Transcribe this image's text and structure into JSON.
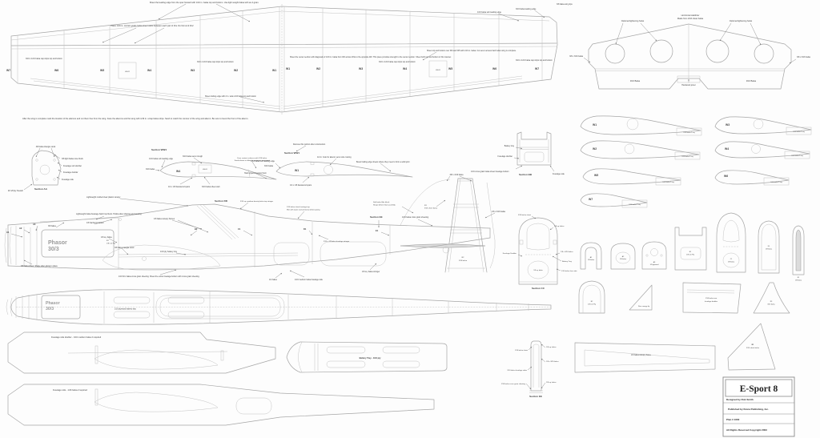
{
  "title_block": {
    "title": "E-Sport 8",
    "designer": "Designed by Rob Smith",
    "publisher": "Published by Kiona Publishing, Inc.",
    "plan_number": "Plan # 1600",
    "rights": "All Rights Reserved Copyright 2003"
  },
  "wing_plan": {
    "note_leading_edge_sheet": "Sheet the leading edge from the spar forward with 1/16 in. balsa top and bottom. Use light weight balsa with an A grain.",
    "note_shear_webs": "Place 1/16 in. contest grade balsa sheet webs between each pair of ribs. Do Not omit this!",
    "note_center_section": "Sheet the center section with diagonals of 1/16 in. balsa from W2 across W1s to the opposite W2. This piece provides strength to the center section. Sheet both top and bottom in this manner.",
    "note_servo_bay": "Sheet top and bottom over W4 and W5 with 1/16 in. balsa. Cut servo access hatch after wing is complete.",
    "note_trailing_edge": "Sheet trailing edge with 2 in. wide 1/16 balsa top and bottom",
    "note_ailerons": "After the wing is complete mark the location of the ailerons and cut them free from the wing. Face the ailerons and the wing with 1/16 in. scrap balsa strips. Sand to match the contour of the wing and aileron. Be sure to bevel the front of the aileron.",
    "cap_strips": "3/16 x 1/16 balsa cap strips top  and bottom",
    "leading_edge": "3/16 balsa leading edge",
    "sub_leading_edge": "1/16 balsa sub leading edge",
    "wing_tip": "3/8 balsa wing tips",
    "servo": "HS-81",
    "ribs_left": [
      "W7",
      "W6",
      "W5",
      "W4",
      "W3",
      "W2",
      "W1"
    ],
    "ribs_right": [
      "W1",
      "W2",
      "W3",
      "W4",
      "W5",
      "W6",
      "W7"
    ]
  },
  "stabilizer": {
    "lightening_holes": "Optional lightening holes",
    "caption_line1": "Horizontal stabilizer",
    "caption_line2": "Made from 3/16 sheet balsa",
    "edge_stock": "3/8 x 3/16 balsa",
    "elevator_material": "3/16 Balsa",
    "joiner": "Hardwood joiner"
  },
  "section_aa": {
    "title": "Section AA",
    "triangle_stock": "3/8 balsa triangle stock",
    "nose_block": "3/8 light balsa nose block",
    "sub_doubler": "Fuselage sub doubler",
    "doubler": "Fuselage doubler",
    "side": "Fuselage side",
    "firewall": "#2 1/8 ply firewall"
  },
  "section_ww4": {
    "title": "Section WW4",
    "rib": "W4",
    "servo": "HS-81",
    "sub_leading_edge": "1/16 balsa sub leading edge",
    "servo_trough": "3/16 balsa servo trough",
    "balsa": "3/16 balsa",
    "face_line1": "Face contact surfaces with 1/16 balsa.",
    "face_line2": "Sand aileron to allow for maximum movement",
    "spars": "1/4 x 1/8 basswood spars",
    "sheet_web": "3/16 balsa sheet web",
    "control_horn": "Hard plywood control horn"
  },
  "section_ww1": {
    "title": "Section WW1",
    "rib": "W1",
    "note_remove": "Remove this portion after construction",
    "sub_leading_edge": "1/16 balsa sub leading edge",
    "balsa": "3/16 balsa",
    "wire_hole": "1/2 in. hole for aileron servo wire routing",
    "note_bevel": "Bevel trailing edge sheets where they meet to form a solid joint",
    "spars": "1/4 x 1/8 basswood spars"
  },
  "section_bb": {
    "title": "Section BB",
    "battery_tray": "Battery tray",
    "doubler": "Fuselage doubler",
    "bottom_sheet": "1/16 cross grain balsa sheet fuselage bottom",
    "side": "Fuselage side"
  },
  "fin": {
    "stock_38": "3/8 x 3/16 balsa",
    "stock_18": "1/8 x 3/16 balsa",
    "r1_line1": "R1",
    "r1_line2": "3/16 sheet balsa",
    "r2_line1": "R2",
    "r2_line2": "3/16 balsa",
    "filler_line1": "Soft balsa filler block.",
    "filler_line2": "Shape before final assembly",
    "cross_grain": "1/16 balsa cross grain sheeting",
    "section_ee_marker": "Section EE"
  },
  "fuselage_side": {
    "motor_line1": "Phasor",
    "motor_line2": "30/3",
    "former_a1": "A1",
    "former_a2": "A2",
    "former_a3": "A3",
    "former_b2": "B2",
    "former_c1": "C1",
    "former_d1": "D1",
    "former_e1": "E1",
    "b1_line1": "B1",
    "b1_line2": "1/8 Lite Ply",
    "hatch_note": "Lightweight balsa fuselage hatch top block. Hollow after shaping and sanding",
    "dowel": "1/8 hardwood dowel",
    "sq_balsa": "1/8 sq. balsa",
    "balsa_38": "3/8 balsa",
    "triangle_stock": "3/8 balsa triangle stock",
    "battery_tray": "1/16 ply battery tray",
    "canopy_frames": "1/8 balsa canopy frames",
    "canopy_note": "Lightweight molded clear plastic canopy",
    "section_dd": "Section DD",
    "top_stringer": "3/16 sq. medium density balsa top stringer",
    "top_sheet_line1": "1/16 balsa sheet fuselage top.",
    "top_sheet_line2": "Wet with water and ammonia before gluing",
    "stringer": "3/16 x 1/8 balsa fuselage stringer",
    "side_material": "1/16 medium balsa fuselage side",
    "sq_stringer": "1/8 sq. balsa stringer",
    "nose_sheet": "3/8 balsa sheet. Shape after gluing in place",
    "bottom_sheet": "1/16 firm balsa cross grain sheeting. Sheet the entire fuselage bottom with cross grain sheeting.",
    "tail_balsa": "1/4 balsa"
  },
  "fuselage_top": {
    "motor_line1": "Phasor",
    "motor_line2": "30/3",
    "battery_tray": "1/16 plywood battery tray"
  },
  "patterns": {
    "side_doubler": "Fuselage side doubler  -  1/16 medium balsa      2 required",
    "side": "Fuselage side  -  1/16 balsa      2 required",
    "battery_tray": "Battery Tray - 1/16 ply",
    "canopy_frame": "1/8 balsa canopy frame",
    "rear_doubler_line1": "1/16 balsa rear",
    "rear_doubler_line2": "fuselage doubler",
    "r3_line1": "R3",
    "r3_line2": "3/16 balsa",
    "canopy_lip": "Rear canopy lip"
  },
  "rib_patterns": {
    "material": "1/16 balsa 2 req",
    "items": [
      "W1",
      "W2",
      "W3",
      "W4",
      "W5",
      "W6",
      "W7"
    ]
  },
  "formers": {
    "a1_line1": "A1",
    "a1_line2": "1/8 balsa",
    "a2_line1": "A2",
    "a2_line2": "1/8 balsa",
    "a3_line1": "A3",
    "a3_line2": "1/8 plywood",
    "b1_line1": "B1",
    "b1_line2": "1/8 Lite Ply",
    "b2_line1": "B2",
    "b2_line2": "1/8 Lite Ply",
    "c1_line1": "C1",
    "c1_line2": "1/8 balsa",
    "d1_line1": "D1",
    "d1_line2": "1/8 balsa",
    "e1_line1": "E1",
    "e1_line2": "1/8 balsa"
  },
  "section_cc": {
    "title": "Section CC",
    "sheet": "3/16 balsa sheet",
    "sq_balsa": "1/8 sq. balsa",
    "stock": "1/8 x 3/16 balsa",
    "doubler": "Fuselage Doubler",
    "battery_tray": "Battery Tray",
    "fuse_side": "1/16 balsa fuse side",
    "sq_balsa2": "1/8 sq. balsa"
  },
  "section_ee": {
    "title": "Section EE",
    "sheet": "1/16 balsa sheet",
    "sq_balsa": "1/8 sq. balsa",
    "stock": "1/8 x 3/16 balsa",
    "sides": "1/16 balsa fuselage sides",
    "cross_grain": "1/16 balsa cross grain sheeting",
    "sq_balsa2": "1/8 sq. balsa"
  }
}
